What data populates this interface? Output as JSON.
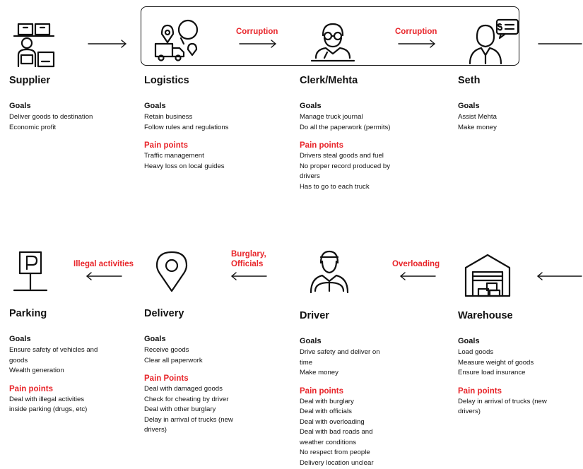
{
  "colors": {
    "accent": "#e8252a",
    "ink": "#111111",
    "background": "#ffffff"
  },
  "top_row": {
    "supplier": {
      "icon": "supplier-warehouse-worker-icon",
      "name": "Supplier",
      "goals_title": "Goals",
      "goals": [
        "Deliver goods to destination",
        "Economic profit"
      ]
    },
    "logistics": {
      "icon": "logistics-truck-map-icon",
      "name": "Logistics",
      "goals_title": "Goals",
      "goals": [
        "Retain business",
        "Follow rules and regulations"
      ],
      "pain_title": "Pain points",
      "pain": [
        "Traffic management",
        "Heavy loss on local guides"
      ]
    },
    "clerk": {
      "icon": "clerk-desk-person-icon",
      "name": "Clerk/Mehta",
      "goals_title": "Goals",
      "goals": [
        "Manage truck journal",
        "Do all the paperwork (permits)"
      ],
      "pain_title": "Pain points",
      "pain": [
        "Drivers steal goods and fuel",
        "No proper record produced by",
        "drivers",
        "Has to go to each truck"
      ]
    },
    "seth": {
      "icon": "seth-businessman-icon",
      "name": "Seth",
      "goals_title": "Goals",
      "goals": [
        "Assist Mehta",
        "Make money"
      ]
    },
    "relations": {
      "logistics_to_clerk": "Corruption",
      "clerk_to_seth": "Corruption"
    }
  },
  "bottom_row": {
    "parking": {
      "icon": "parking-sign-icon",
      "name": "Parking",
      "goals_title": "Goals",
      "goals": [
        "Ensure safety of vehicles and",
        "goods",
        "Wealth generation"
      ],
      "pain_title": "Pain points",
      "pain": [
        "Deal with illegal activities",
        "inside parking (drugs, etc)"
      ]
    },
    "delivery": {
      "icon": "location-pin-icon",
      "name": "Delivery",
      "goals_title": "Goals",
      "goals": [
        "Receive goods",
        "Clear all paperwork"
      ],
      "pain_title": "Pain Points",
      "pain": [
        "Deal with damaged goods",
        "Check for cheating by driver",
        "Deal with other burglary",
        "Delay in arrival of trucks (new",
        "drivers)"
      ]
    },
    "driver": {
      "icon": "driver-steering-wheel-icon",
      "name": "Driver",
      "goals_title": "Goals",
      "goals": [
        "Drive safety and deliver on",
        "time",
        "Make money"
      ],
      "pain_title": "Pain points",
      "pain": [
        "Deal with burglary",
        "Deal with officials",
        "Deal with overloading",
        "Deal with bad roads and",
        "weather conditions",
        "No respect from people",
        "Delivery location unclear"
      ]
    },
    "warehouse": {
      "icon": "warehouse-icon",
      "name": "Warehouse",
      "goals_title": "Goals",
      "goals": [
        "Load goods",
        "Measure weight of goods",
        "Ensure load insurance"
      ],
      "pain_title": "Pain points",
      "pain": [
        "Delay in arrival of trucks (new",
        "drivers)"
      ]
    },
    "relations": {
      "delivery_to_parking": "Illegal activities",
      "driver_to_delivery_line1": "Burglary,",
      "driver_to_delivery_line2": "Officials",
      "warehouse_to_driver": "Overloading"
    }
  }
}
